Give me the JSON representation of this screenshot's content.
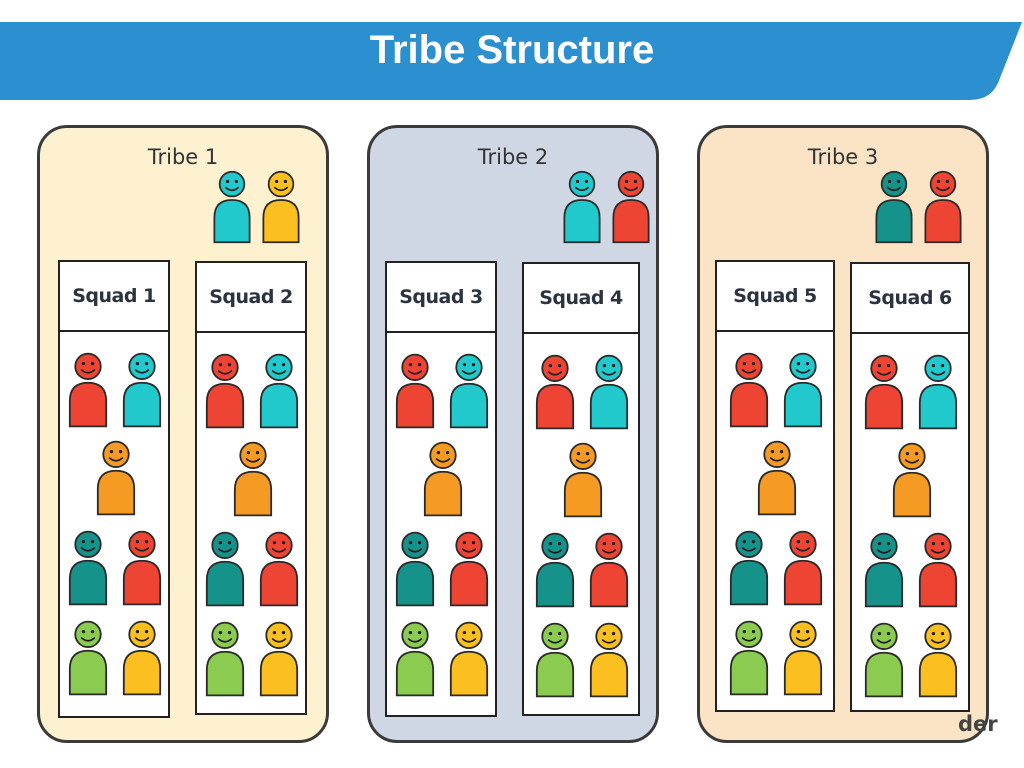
{
  "title": "Tribe Structure",
  "watermark": "der",
  "colors": {
    "banner": "#2b8fd0",
    "tribe_backgrounds": [
      "#fdf1cf",
      "#cfd6e4",
      "#fbe4c6"
    ],
    "red": "#ee4433",
    "cyan": "#22c9cc",
    "orange": "#f59a22",
    "teal": "#15938a",
    "green": "#8acb50",
    "yellow": "#fbbf1f"
  },
  "tribes": [
    {
      "label": "Tribe 1",
      "leads": [
        "cyan",
        "yellow"
      ],
      "squads": [
        {
          "label": "Squad 1",
          "members": [
            "red",
            "cyan",
            "orange",
            "teal",
            "red",
            "green",
            "yellow"
          ]
        },
        {
          "label": "Squad 2",
          "members": [
            "red",
            "cyan",
            "orange",
            "teal",
            "red",
            "green",
            "yellow"
          ]
        }
      ]
    },
    {
      "label": "Tribe 2",
      "leads": [
        "cyan",
        "red"
      ],
      "squads": [
        {
          "label": "Squad 3",
          "members": [
            "red",
            "cyan",
            "orange",
            "teal",
            "red",
            "green",
            "yellow"
          ]
        },
        {
          "label": "Squad 4",
          "members": [
            "red",
            "cyan",
            "orange",
            "teal",
            "red",
            "green",
            "yellow"
          ]
        }
      ]
    },
    {
      "label": "Tribe 3",
      "leads": [
        "teal",
        "red"
      ],
      "squads": [
        {
          "label": "Squad 5",
          "members": [
            "red",
            "cyan",
            "orange",
            "teal",
            "red",
            "green",
            "yellow"
          ]
        },
        {
          "label": "Squad 6",
          "members": [
            "red",
            "cyan",
            "orange",
            "teal",
            "red",
            "green",
            "yellow"
          ]
        }
      ]
    }
  ]
}
